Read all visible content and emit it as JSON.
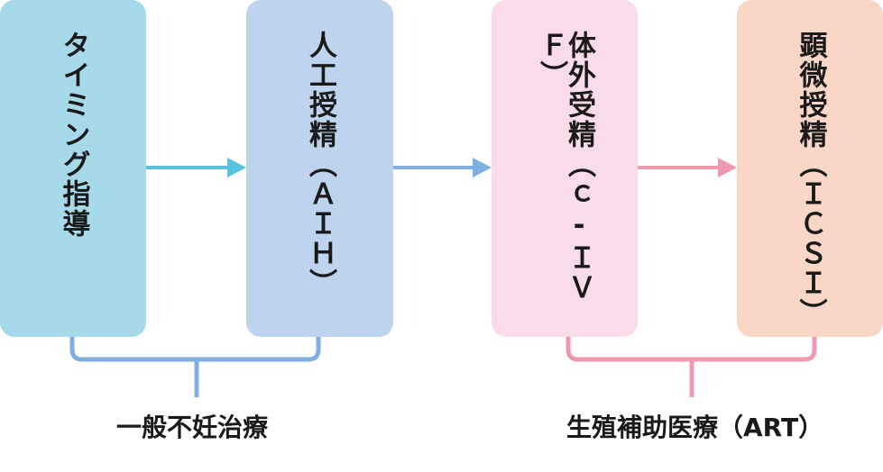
{
  "steps": [
    {
      "label": "タイミング指導",
      "color": "#a6d9e9"
    },
    {
      "label": "人工授精（ＡＩＨ）",
      "color": "#bdd3ee"
    },
    {
      "label": "体外受精（ｃ‐ＩＶＦ）",
      "color": "#f9dbea"
    },
    {
      "label": "顕微授精（ＩＣＳＩ）",
      "color": "#f9d6c6"
    }
  ],
  "arrow_colors": [
    "#5bc2dc",
    "#7fb0e0",
    "#ee9aae"
  ],
  "groups": {
    "general": {
      "label": "一般不妊治療",
      "color": "#7fb0e0"
    },
    "art": {
      "label": "生殖補助医療（ART）",
      "color": "#ee9aae"
    }
  }
}
